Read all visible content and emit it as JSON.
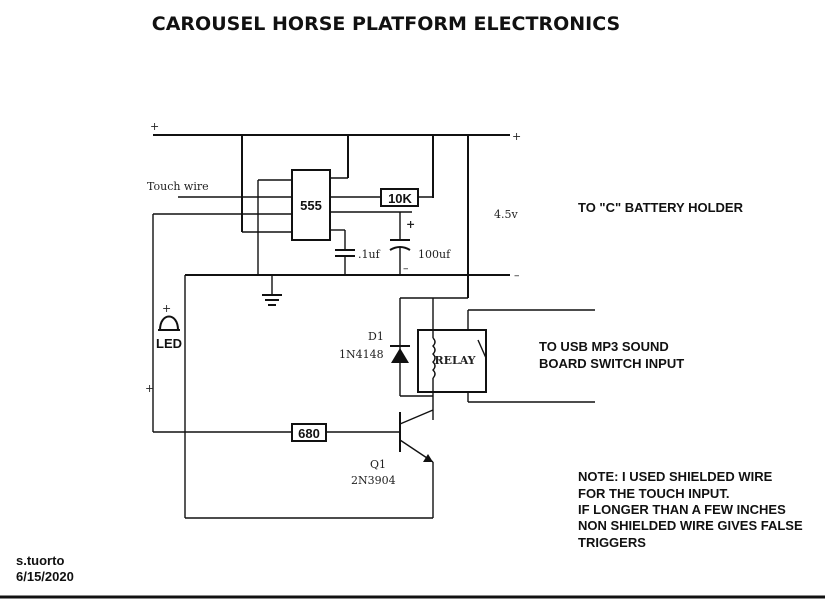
{
  "title": "CAROUSEL HORSE PLATFORM ELECTRONICS",
  "labels": {
    "touch_wire": "Touch wire",
    "ic": "555",
    "r10k": "10K",
    "voltage": "4.5v",
    "cap_small": ".1uf",
    "cap_large": "100uf",
    "led": "LED",
    "diode_name": "D1",
    "diode_part": "1N4148",
    "relay": "RELAY",
    "r680": "680",
    "q_name": "Q1",
    "q_part": "2N3904",
    "plus_top_left": "+",
    "plus_top_right": "+",
    "plus_cap": "+",
    "minus_right": "–",
    "minus_cap": "–",
    "led_plus": "+",
    "led_minus": "+"
  },
  "notes": {
    "battery": "TO \"C\" BATTERY HOLDER",
    "usb_line1": "TO USB  MP3 SOUND",
    "usb_line2": "BOARD SWITCH INPUT",
    "note_lines": [
      "NOTE:  I USED SHIELDED WIRE",
      "FOR THE TOUCH INPUT.",
      "IF LONGER THAN A FEW INCHES",
      "NON SHIELDED WIRE GIVES FALSE",
      "TRIGGERS"
    ]
  },
  "signature": {
    "name": "s.tuorto",
    "date": "6/15/2020"
  }
}
